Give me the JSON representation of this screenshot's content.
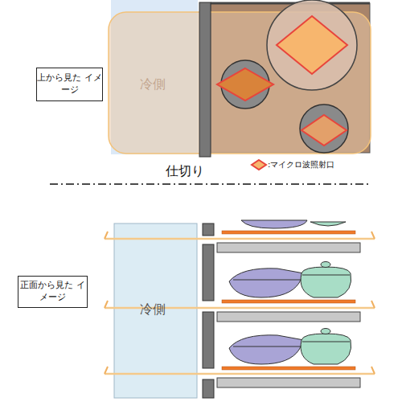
{
  "diagram": {
    "nodes": [
      {
        "text": [
          "上から見た イメージ"
        ]
      },
      {
        "text": [
          "冷側"
        ]
      },
      {
        "text": [
          "正面から見た イメージ"
        ]
      },
      {
        "text": [
          "冷側"
        ]
      }
    ],
    "labels": [
      "仕切り"
    ],
    "legend": [
      {
        "text": ":マイクロ波照射口"
      }
    ]
  }
}
